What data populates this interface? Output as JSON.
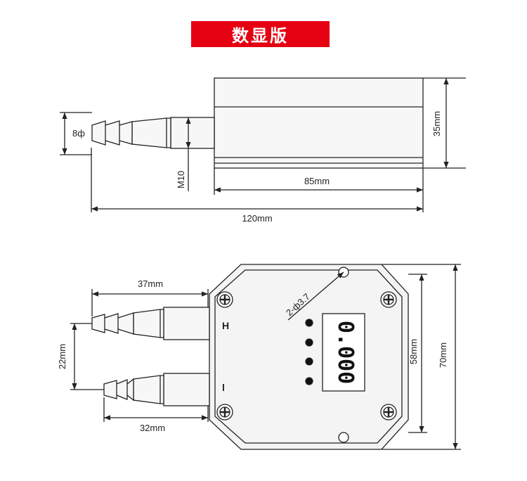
{
  "title": "数显版",
  "colors": {
    "title_bg": "#e50012",
    "title_text": "#ffffff",
    "line": "#222222",
    "metal": "#f4f4f4"
  },
  "side_view": {
    "fitting_diameter": "8ф",
    "thread": "M10",
    "body_length": "85mm",
    "total_length": "120mm",
    "height": "35mm"
  },
  "front_view": {
    "high_port_length": "37mm",
    "low_port_length": "32mm",
    "port_spacing": "22mm",
    "hole_spec": "2-ф3.7",
    "high_label": "H",
    "low_label": "l",
    "inner_height": "58mm",
    "outer_height": "70mm",
    "display_value": "0.000"
  }
}
